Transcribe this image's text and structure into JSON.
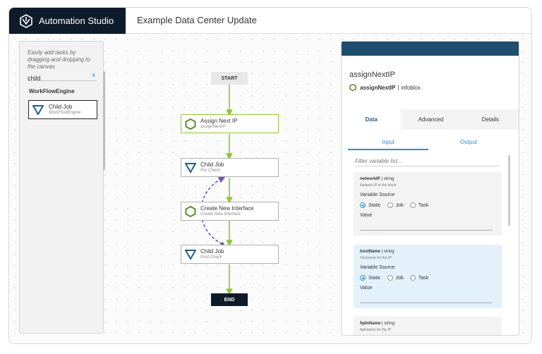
{
  "app": {
    "brand": "Automation Studio",
    "page_title": "Example Data Center Update"
  },
  "task_panel": {
    "help": "Easily add tasks by dragging and dropping to the canvas",
    "search_value": "child",
    "clear_label": "x",
    "group": "WorkFlowEngine",
    "task": {
      "title": "Child Job",
      "subtitle": "WorkFlowEngine"
    }
  },
  "workflow": {
    "start_label": "START",
    "end_label": "END",
    "nodes": [
      {
        "title": "Assign Next IP",
        "subtitle": "assignNextIP",
        "icon": "hexagon-icon",
        "selected": true
      },
      {
        "title": "Child Job",
        "subtitle": "Pre Check",
        "icon": "triangle-icon"
      },
      {
        "title": "Create New Interface",
        "subtitle": "Create New Interface",
        "icon": "hexagon-icon"
      },
      {
        "title": "Child Job",
        "subtitle": "Post Check",
        "icon": "triangle-icon"
      }
    ],
    "colors": {
      "flow": "#8fc63b",
      "loop": "#6f55b5",
      "selected": "#8fc63b"
    }
  },
  "properties": {
    "title": "assignNextIP",
    "task_name": "assignNextIP",
    "separator": "|",
    "app_name": "infoblox",
    "tabs": [
      "Data",
      "Advanced",
      "Details"
    ],
    "active_tab": "Data",
    "io_tabs": [
      "Input",
      "Output"
    ],
    "filter_placeholder": "Filter variable list...",
    "variable_source_label": "Variable Source",
    "value_label": "Value",
    "source_options": [
      "Static",
      "Job",
      "Task"
    ],
    "variables": [
      {
        "name": "networkIP",
        "type": "string",
        "desc": "Network IP of the block",
        "source": "Static"
      },
      {
        "name": "hostName",
        "type": "string",
        "desc": "Hostname for the IP",
        "source": "Static"
      },
      {
        "name": "fqdnName",
        "type": "string",
        "desc": "fqdnname for the IP"
      }
    ]
  }
}
